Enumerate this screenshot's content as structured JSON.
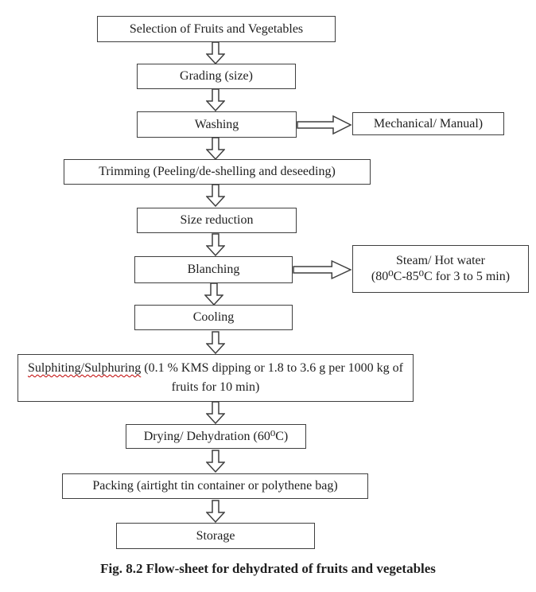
{
  "flowchart": {
    "steps": [
      {
        "id": "selection",
        "label": "Selection of Fruits and Vegetables"
      },
      {
        "id": "grading",
        "label": "Grading (size)"
      },
      {
        "id": "washing",
        "label": "Washing"
      },
      {
        "id": "trimming",
        "label": "Trimming (Peeling/de-shelling and deseeding)"
      },
      {
        "id": "size-reduction",
        "label": "Size reduction"
      },
      {
        "id": "blanching",
        "label": "Blanching"
      },
      {
        "id": "cooling",
        "label": "Cooling"
      },
      {
        "id": "sulphiting",
        "underlined": "Sulphiting/Sulphuring",
        "rest": " (0.1 % KMS dipping or 1.8 to 3.6 g per 1000 kg of fruits for 10 min)"
      },
      {
        "id": "drying",
        "label": "Drying/ Dehydration (60⁰C)"
      },
      {
        "id": "packing",
        "label": "Packing (airtight tin container or polythene bag)"
      },
      {
        "id": "storage",
        "label": "Storage"
      }
    ],
    "annotations": [
      {
        "attached_to": "Washing",
        "label": "Mechanical/ Manual)"
      },
      {
        "attached_to": "Blanching",
        "line1": "Steam/ Hot water",
        "line2": "(80⁰C-85⁰C for 3 to 5 min)"
      }
    ]
  },
  "caption": "Fig. 8.2 Flow-sheet for dehydrated of fruits and vegetables",
  "colors": {
    "box_border": "#3f3f3f",
    "text": "#1f1f1f",
    "spellcheck_underline": "#c00000",
    "background": "#ffffff"
  }
}
